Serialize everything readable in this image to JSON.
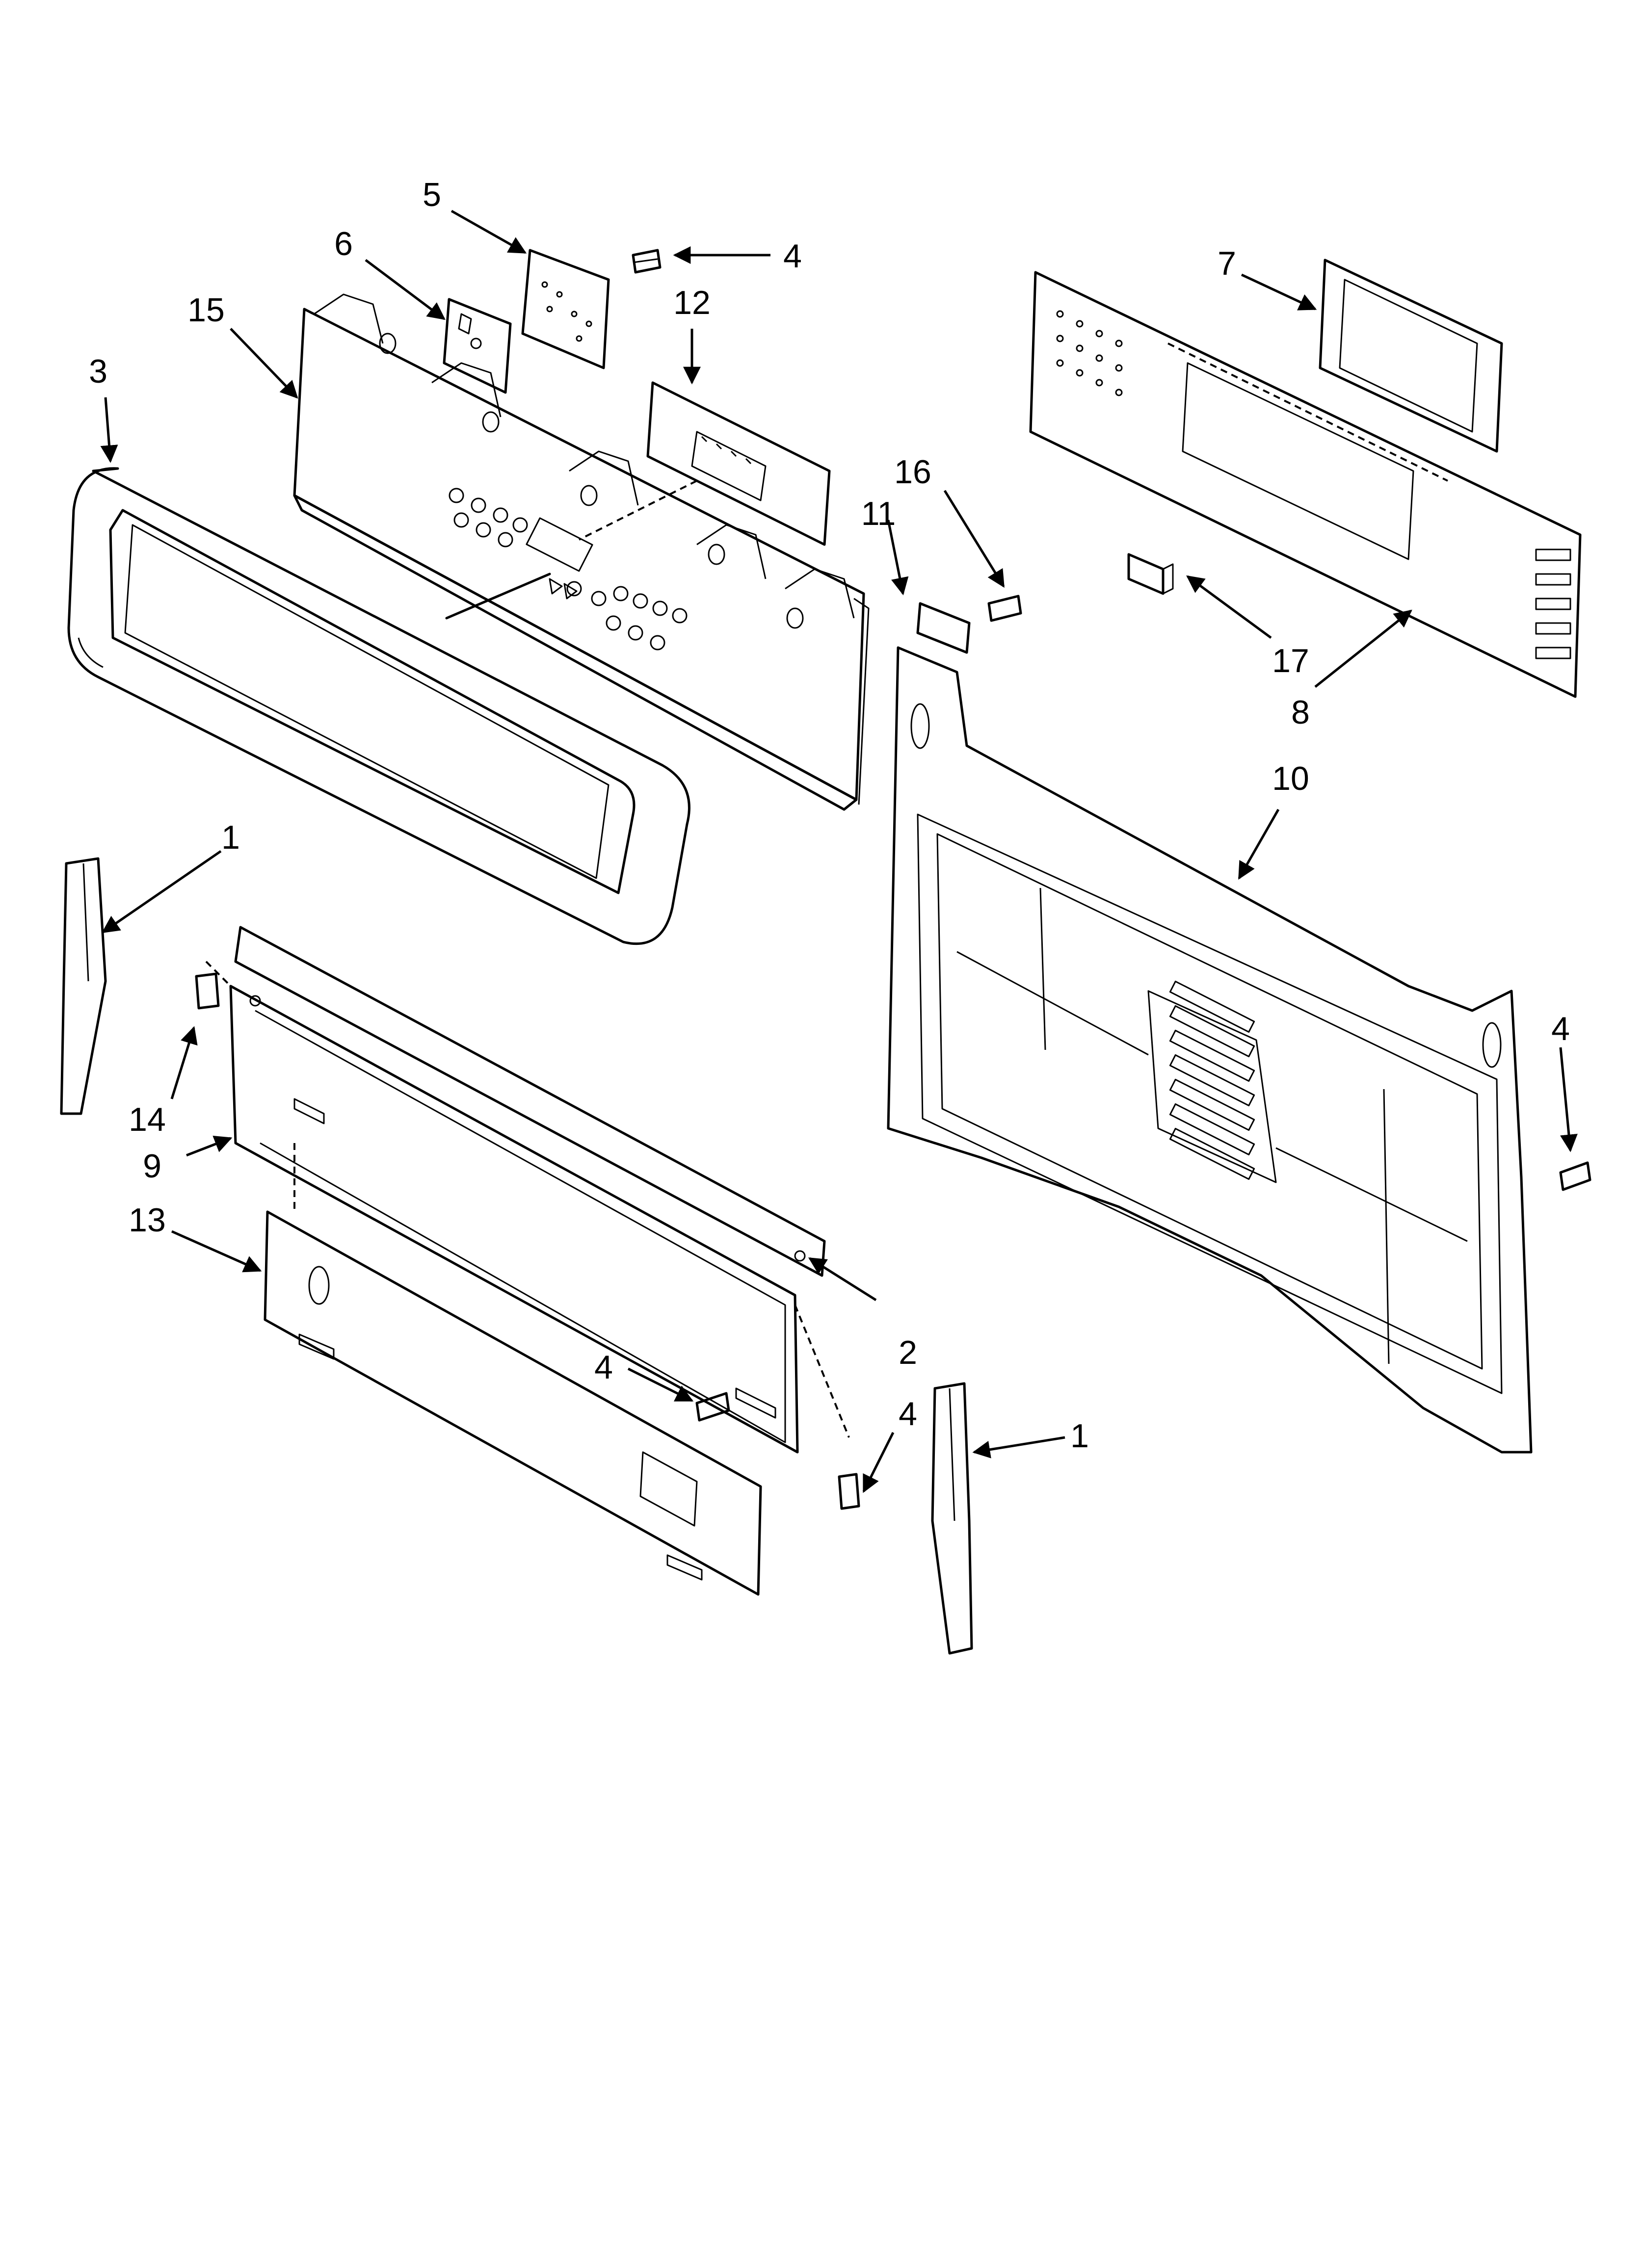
{
  "callouts": {
    "c1a": "1",
    "c1b": "1",
    "c2": "2",
    "c3": "3",
    "c4a": "4",
    "c4b": "4",
    "c4c": "4",
    "c4d": "4",
    "c5": "5",
    "c6": "6",
    "c7": "7",
    "c8": "8",
    "c9": "9",
    "c10": "10",
    "c11": "11",
    "c12": "12",
    "c13": "13",
    "c14": "14",
    "c15": "15",
    "c16": "16",
    "c17": "17"
  }
}
